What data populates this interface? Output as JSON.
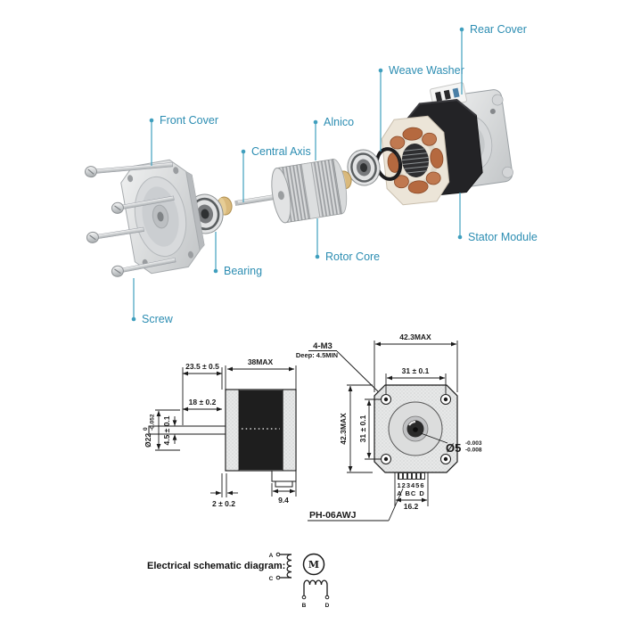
{
  "colors": {
    "label_teal": "#2c8db2",
    "leader_line": "#3f9fbe",
    "ink": "#1a1a1a",
    "copper": "#b5693f",
    "spacer_tan": "#d9b97c"
  },
  "exploded_labels": {
    "front_cover": "Front Cover",
    "central_axis": "Central Axis",
    "alnico": "Alnico",
    "weave_washer": "Weave Washer",
    "rear_cover": "Rear Cover",
    "bearing": "Bearing",
    "rotor_core": "Rotor Core",
    "stator_module": "Stator Module",
    "screw": "Screw"
  },
  "side_view": {
    "dim_shaft_to_body": "23.5 ± 0.5",
    "dim_body_length": "38MAX",
    "dim_shaft_length": "18 ± 0.2",
    "dim_shaft_dia": "4.5 ± 0.1",
    "dim_boss_dia": "Ø22",
    "boss_tol_upper": "0",
    "boss_tol_lower": "-0.052",
    "dim_boss_depth": "2 ± 0.2",
    "dim_connector_offset": "9.4"
  },
  "thread_note": {
    "line1": "4-M3",
    "line2": "Deep: 4.5MIN"
  },
  "face_view": {
    "dim_width": "42.3MAX",
    "dim_hole_spacing_h": "31 ± 0.1",
    "dim_height": "42.3MAX",
    "dim_hole_spacing_v": "31 ± 0.1",
    "dim_shaft_dia": "Ø5",
    "shaft_tol_upper": "-0.003",
    "shaft_tol_lower": "-0.008",
    "pin_numbers": "123456",
    "pin_letters": "A BC D",
    "dim_connector_width": "16.2",
    "connector_label": "PH-06AWJ"
  },
  "schematic": {
    "caption": "Electrical schematic diagram:",
    "motor_symbol": "M",
    "terminal_a": "A",
    "terminal_b": "B",
    "terminal_c": "C",
    "terminal_d": "D"
  }
}
